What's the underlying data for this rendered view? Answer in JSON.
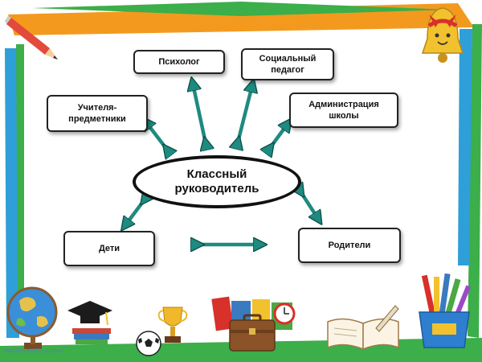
{
  "diagram": {
    "center": {
      "label": "Классный\nруководитель"
    },
    "nodes": [
      {
        "id": "psychologist",
        "label": "Психолог"
      },
      {
        "id": "social-pedagogue",
        "label": "Социальный\nпедагог"
      },
      {
        "id": "subject-teachers",
        "label": "Учителя-\nпредметники"
      },
      {
        "id": "administration",
        "label": "Администрация\nшколы"
      },
      {
        "id": "children",
        "label": "Дети"
      },
      {
        "id": "parents",
        "label": "Родители"
      }
    ],
    "connections": [
      {
        "from": "center",
        "to": "psychologist",
        "type": "bidirectional"
      },
      {
        "from": "center",
        "to": "social-pedagogue",
        "type": "bidirectional"
      },
      {
        "from": "center",
        "to": "subject-teachers",
        "type": "bidirectional"
      },
      {
        "from": "center",
        "to": "administration",
        "type": "bidirectional"
      },
      {
        "from": "center",
        "to": "children",
        "type": "bidirectional"
      },
      {
        "from": "center",
        "to": "parents",
        "type": "bidirectional"
      },
      {
        "from": "children",
        "to": "parents",
        "type": "bidirectional"
      }
    ]
  },
  "decorations": [
    "pencil-icon",
    "bell-icon",
    "globe-icon",
    "graduation-cap-icon",
    "trophy-icon",
    "soccer-ball-icon",
    "school-supplies-icon",
    "briefcase-icon",
    "open-book-icon",
    "pencil-cup-icon"
  ],
  "footer": {
    "credit": "http://linda6035.ucoz.ru/"
  },
  "colors": {
    "frame_green": "#3cae4a",
    "frame_orange": "#f39a1e",
    "frame_blue": "#2e9fd8",
    "arrow": "#1e8a80"
  }
}
